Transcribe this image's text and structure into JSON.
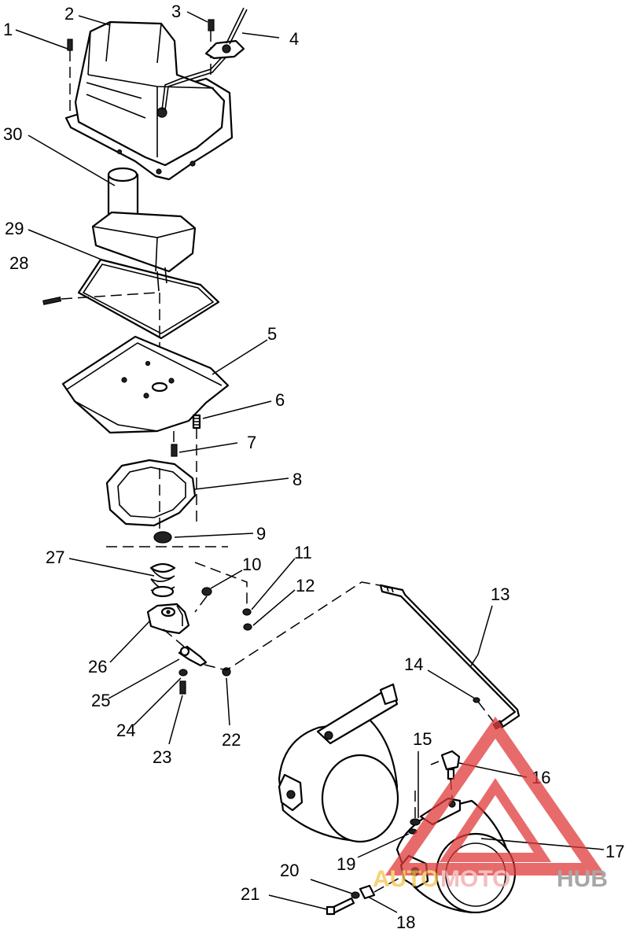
{
  "diagram": {
    "callouts": [
      {
        "id": "callout-1",
        "label": "1"
      },
      {
        "id": "callout-2",
        "label": "2"
      },
      {
        "id": "callout-3",
        "label": "3"
      },
      {
        "id": "callout-4",
        "label": "4"
      },
      {
        "id": "callout-5",
        "label": "5"
      },
      {
        "id": "callout-6",
        "label": "6"
      },
      {
        "id": "callout-7",
        "label": "7"
      },
      {
        "id": "callout-8",
        "label": "8"
      },
      {
        "id": "callout-9",
        "label": "9"
      },
      {
        "id": "callout-10",
        "label": "10"
      },
      {
        "id": "callout-11",
        "label": "11"
      },
      {
        "id": "callout-12",
        "label": "12"
      },
      {
        "id": "callout-13",
        "label": "13"
      },
      {
        "id": "callout-14",
        "label": "14"
      },
      {
        "id": "callout-15",
        "label": "15"
      },
      {
        "id": "callout-16",
        "label": "16"
      },
      {
        "id": "callout-17",
        "label": "17"
      },
      {
        "id": "callout-18",
        "label": "18"
      },
      {
        "id": "callout-19",
        "label": "19"
      },
      {
        "id": "callout-20",
        "label": "20"
      },
      {
        "id": "callout-21",
        "label": "21"
      },
      {
        "id": "callout-22",
        "label": "22"
      },
      {
        "id": "callout-23",
        "label": "23"
      },
      {
        "id": "callout-24",
        "label": "24"
      },
      {
        "id": "callout-25",
        "label": "25"
      },
      {
        "id": "callout-26",
        "label": "26"
      },
      {
        "id": "callout-27",
        "label": "27"
      },
      {
        "id": "callout-28",
        "label": "28"
      },
      {
        "id": "callout-29",
        "label": "29"
      },
      {
        "id": "callout-30",
        "label": "30"
      }
    ]
  },
  "watermark": {
    "brand_part1": "AUTO",
    "brand_part2": "MOTO",
    "brand_part3": "HUB",
    "color_part1": "#f5c24a",
    "color_part2": "#f0a8a8",
    "color_part3": "#8a8a8a",
    "triangle_color": "#e03a3a"
  }
}
